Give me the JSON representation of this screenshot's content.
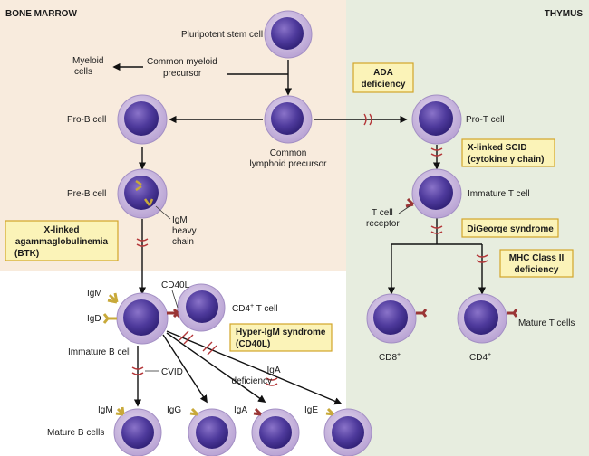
{
  "regions": {
    "bone_marrow": "BONE MARROW",
    "thymus": "THYMUS"
  },
  "colors": {
    "bone_marrow_bg": "#f8ebdd",
    "thymus_bg": "#e7eddf",
    "cell_body": "#c7b3dc",
    "nucleus": "#4b3496",
    "box_fill": "#fbf3b8",
    "box_border": "#d3a52a",
    "block_mark": "#b4383a",
    "receptor_yellow": "#c8a93a",
    "receptor_red": "#9a3535"
  },
  "cells": {
    "stem": "Pluripotent stem cell",
    "myeloid_precursor": [
      "Common myeloid",
      "precursor"
    ],
    "myeloid_cells": [
      "Myeloid",
      "cells"
    ],
    "lymphoid_precursor": [
      "Common",
      "lymphoid precursor"
    ],
    "pro_b": "Pro-B cell",
    "pre_b": "Pre-B cell",
    "igm_heavy": [
      "IgM",
      "heavy",
      "chain"
    ],
    "immature_b": "Immature B cell",
    "cd4_t_helper": "CD4",
    "cd4_t_helper_suffix": " T cell",
    "cd4_t_helper_sup": "+",
    "cd40l": "CD40L",
    "igm_surface": "IgM",
    "igd_surface": "IgD",
    "mature_b": "Mature B cells",
    "mature_igm": "IgM",
    "mature_igg": "IgG",
    "mature_iga": "IgA",
    "mature_ige": "IgE",
    "pro_t": "Pro-T cell",
    "immature_t": "Immature T cell",
    "t_cell_receptor": [
      "T cell",
      "receptor"
    ],
    "cd8": "CD8",
    "cd8_sup": "+",
    "cd4": "CD4",
    "cd4_sup": "+",
    "mature_t": "Mature T cells"
  },
  "blocks": {
    "cvid": "CVID",
    "iga_deficiency": [
      "IgA",
      "deficiency"
    ]
  },
  "boxes": {
    "ada": [
      "ADA",
      "deficiency"
    ],
    "x_scid": [
      "X-linked SCID",
      "(cytokine γ chain)"
    ],
    "xla": [
      "X-linked",
      "agammaglobulinemia",
      "(BTK)"
    ],
    "digeorge": [
      "DiGeorge syndrome"
    ],
    "hyper_igm": [
      "Hyper-IgM syndrome",
      "(CD40L)"
    ],
    "mhc_ii": [
      "MHC Class II",
      "deficiency"
    ]
  }
}
